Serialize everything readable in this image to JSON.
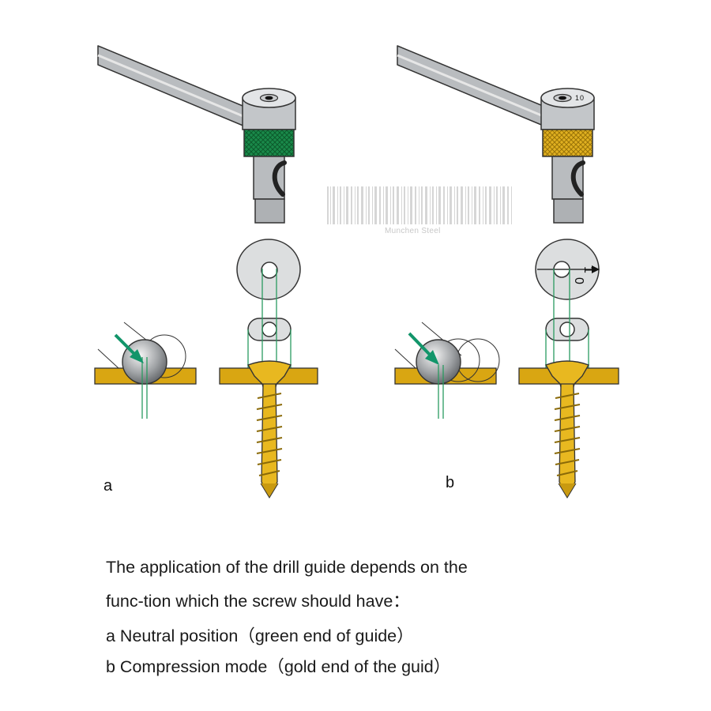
{
  "panels": {
    "a_label": "a",
    "b_label": "b"
  },
  "watermark": "Munchen Steel",
  "guide_marking": {
    "number": "1",
    "symbol": "0"
  },
  "caption": {
    "line1": "The application of the drill guide depends on the",
    "line2": "func-tion which the screw should have：",
    "line3": "a Neutral position（green end of guide）",
    "line4": "b Compression mode（gold end of the guid）"
  },
  "colors": {
    "plate": "#d9a612",
    "screw": "#e8b820",
    "green_collar": "#1a8a4a",
    "gold_collar": "#d9a612",
    "arrow": "#12956a",
    "guide_lines": "#2a9a60",
    "steel": "#b9bcbf"
  },
  "icons": [
    "drill-guide-handle",
    "green-knurled-collar",
    "gold-knurled-collar",
    "washer",
    "screw",
    "ball",
    "arrow"
  ]
}
